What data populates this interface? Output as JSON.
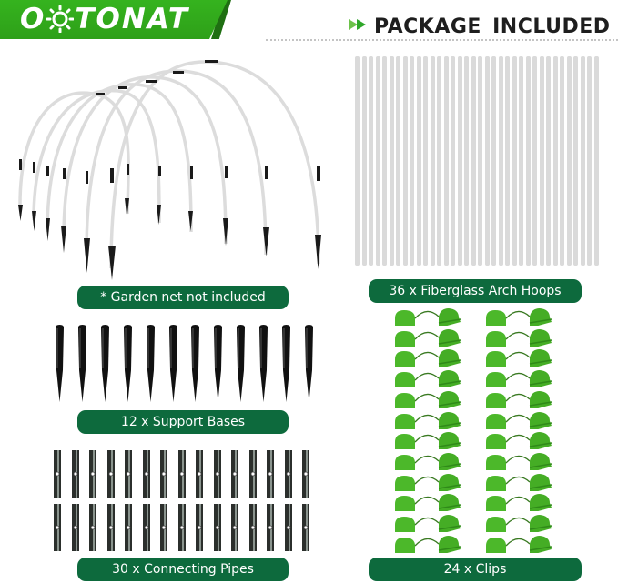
{
  "brand": {
    "name": "OOTONAT",
    "logo_text_left": "O",
    "logo_text_right": "TONAT",
    "logo_icon": "sun-icon",
    "banner_color": "#32ad1c",
    "banner_shadow_color": "#1f6f12"
  },
  "header": {
    "title": "PACKAGE INCLUDED",
    "title_icon": "double-play-arrow-icon",
    "arrow_color": "#3bb54a"
  },
  "colors": {
    "badge_bg": "#0d6a3d",
    "badge_text": "#ffffff",
    "rod": "#dadada",
    "clip": "#4cb82a",
    "stake": "#111111"
  },
  "items": {
    "arches": {
      "label": "* Garden net not included",
      "count": 6,
      "icon": "garden-hoop-arch-illustration"
    },
    "hoops": {
      "label": "36 x Fiberglass Arch Hoops",
      "count": 36,
      "icon": "fiberglass-rod-icon"
    },
    "bases": {
      "label": "12 x Support Bases",
      "count": 12,
      "icon": "support-stake-icon"
    },
    "pipes": {
      "label": "30 x Connecting Pipes",
      "count": 30,
      "rows": 2,
      "per_row": 15,
      "icon": "connecting-pipe-icon"
    },
    "clips": {
      "label": "24 x Clips",
      "count": 24,
      "columns": 2,
      "per_column": 12,
      "icon": "clip-icon"
    }
  }
}
